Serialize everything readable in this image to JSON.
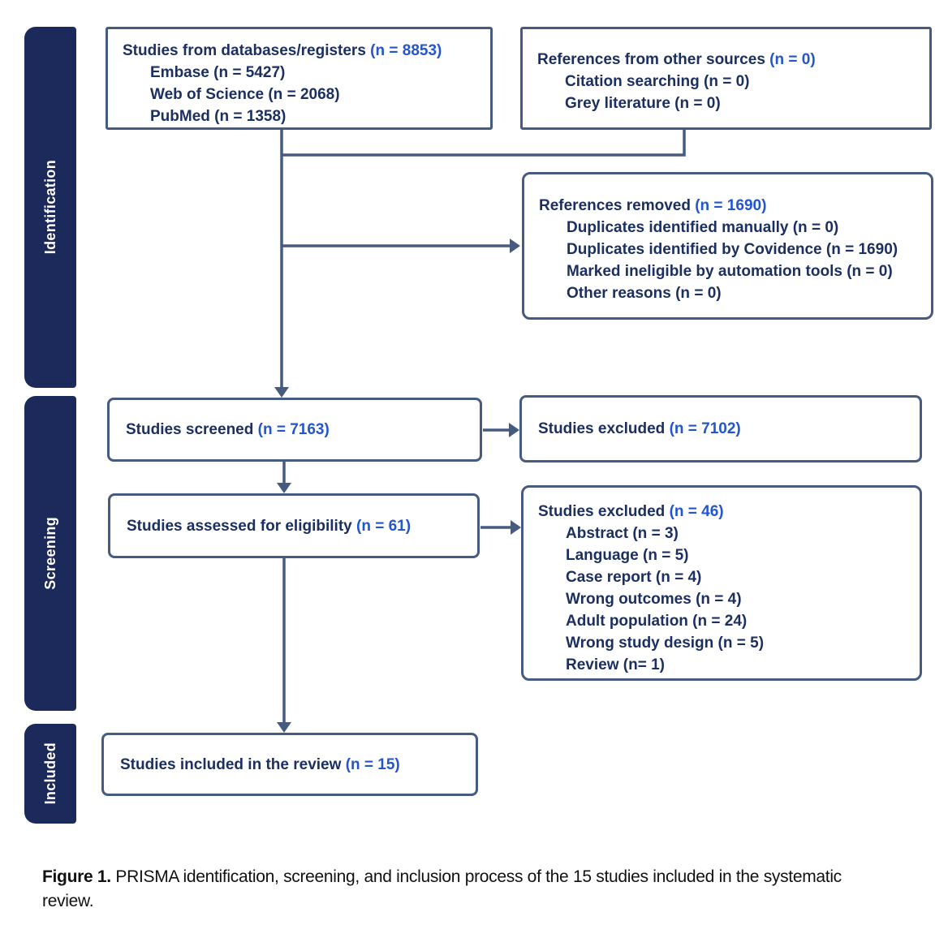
{
  "colors": {
    "band_bg": "#1b2a5a",
    "band_text": "#ffffff",
    "box_border": "#465b80",
    "text_dark": "#1b3060",
    "count_blue": "#2355cf",
    "connector": "#465b80"
  },
  "bands": [
    {
      "label": "Identification"
    },
    {
      "label": "Screening"
    },
    {
      "label": "Included"
    }
  ],
  "boxes": {
    "databases": {
      "title": "Studies from databases/registers",
      "count": "(n = 8853)",
      "items": [
        "Embase (n = 5427)",
        "Web of Science (n = 2068)",
        "PubMed (n = 1358)"
      ]
    },
    "other_sources": {
      "title": "References from other sources",
      "count": "(n = 0)",
      "items": [
        "Citation searching (n = 0)",
        "Grey literature (n = 0)"
      ]
    },
    "removed": {
      "title": "References removed",
      "count": "(n = 1690)",
      "items": [
        "Duplicates identified manually (n = 0)",
        "Duplicates identified by Covidence (n = 1690)",
        "Marked ineligible by automation tools (n = 0)",
        "Other reasons (n = 0)"
      ]
    },
    "screened": {
      "title": "Studies screened",
      "count": "(n = 7163)"
    },
    "excluded_screen": {
      "title": "Studies excluded",
      "count": "(n = 7102)"
    },
    "assessed": {
      "title": "Studies assessed for eligibility",
      "count": "(n = 61)"
    },
    "excluded_eligibility": {
      "title": "Studies excluded",
      "count": "(n = 46)",
      "items": [
        "Abstract (n = 3)",
        "Language (n = 5)",
        "Case report (n = 4)",
        "Wrong outcomes (n = 4)",
        "Adult population (n = 24)",
        "Wrong study design (n = 5)",
        "Review (n= 1)"
      ]
    },
    "included": {
      "title": "Studies included in the review",
      "count": "(n = 15)"
    }
  },
  "caption": {
    "label": "Figure 1.",
    "text": "PRISMA identification, screening, and inclusion process of the 15 studies included in the systematic review."
  }
}
